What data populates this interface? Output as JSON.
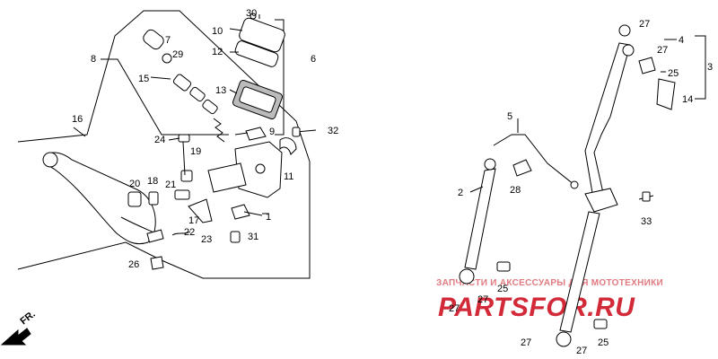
{
  "labels": {
    "p1": "1",
    "p2": "2",
    "p3": "3",
    "p4": "4",
    "p5": "5",
    "p6": "6",
    "p7": "7",
    "p8": "8",
    "p9": "9",
    "p10": "10",
    "p11": "11",
    "p12": "12",
    "p13": "13",
    "p14": "14",
    "p15": "15",
    "p16": "16",
    "p17": "17",
    "p18": "18",
    "p19": "19",
    "p20": "20",
    "p21": "21",
    "p22": "22",
    "p23": "23",
    "p24": "24",
    "p25": "25",
    "p26": "26",
    "p27": "27",
    "p28": "28",
    "p29": "29",
    "p30": "30",
    "p31": "31",
    "p32": "32",
    "p33": "33"
  },
  "direction_arrow": {
    "label": "FR.",
    "icon": "front-direction-arrow-icon"
  },
  "watermark": {
    "subtitle": "ЗАПЧАСТИ И АКСЕССУАРЫ ДЛЯ МОТОТЕХНИКИ",
    "brand": "PARTSFOR.RU",
    "color": "#d22a38"
  }
}
